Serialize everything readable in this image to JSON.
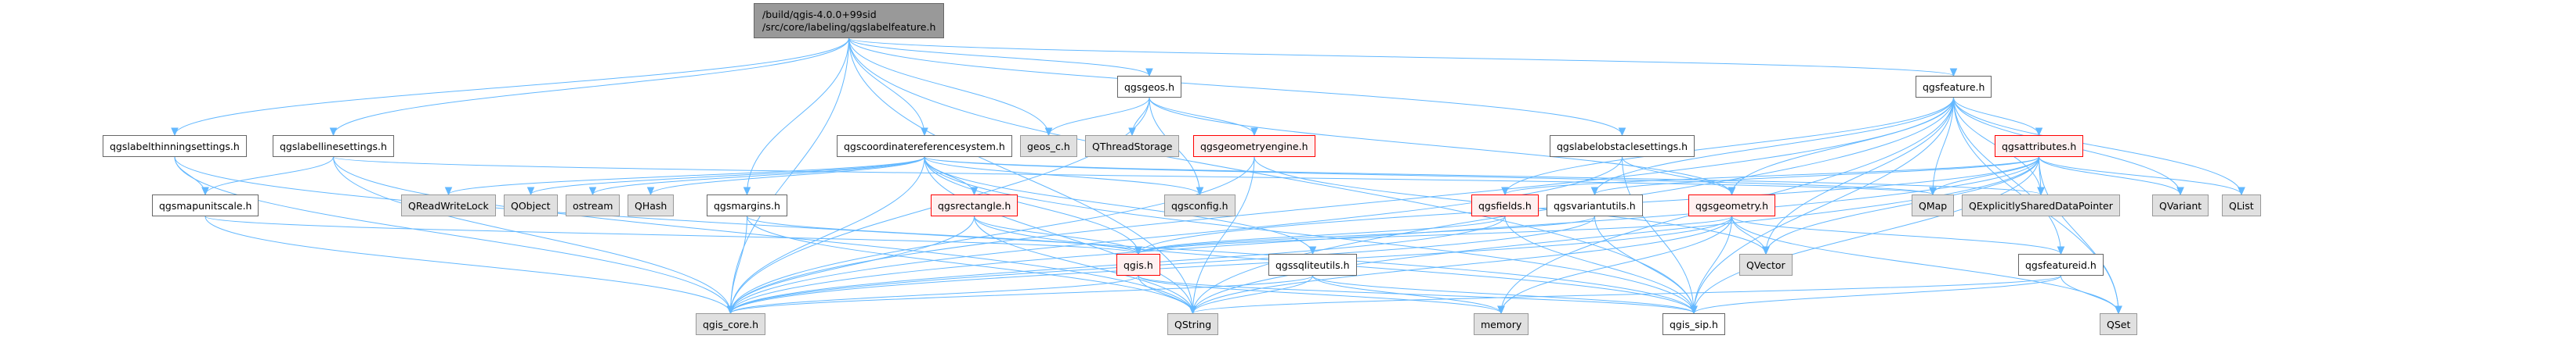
{
  "graph": {
    "title": "Include dependency graph for qgslabelfeature.h",
    "root": {
      "id": "root",
      "line1": "/build/qgis-4.0.0+99sid",
      "line2": "/src/core/labeling/qgslabelfeature.h"
    },
    "colors": {
      "edge": "#63b8ff",
      "root_fill": "#999999",
      "plain_fill": "#ffffff",
      "external_fill": "#e0e0e0",
      "incomplete_fill": "#fff0f0",
      "incomplete_border": "#ff0000"
    },
    "nodes": [
      {
        "id": "qgslabelthinningsettings",
        "label": "qgslabelthinningsettings.h",
        "kind": "plain"
      },
      {
        "id": "qgslabellinesettings",
        "label": "qgslabellinesettings.h",
        "kind": "plain"
      },
      {
        "id": "qgsmapunitscale",
        "label": "qgsmapunitscale.h",
        "kind": "plain"
      },
      {
        "id": "qgscoordinatereferencesystem",
        "label": "qgscoordinatereferencesystem.h",
        "kind": "plain"
      },
      {
        "id": "qgsgeos",
        "label": "qgsgeos.h",
        "kind": "plain"
      },
      {
        "id": "geos_c",
        "label": "geos_c.h",
        "kind": "external"
      },
      {
        "id": "QThreadStorage",
        "label": "QThreadStorage",
        "kind": "external"
      },
      {
        "id": "qgsgeometryengine",
        "label": "qgsgeometryengine.h",
        "kind": "incomplete"
      },
      {
        "id": "qgslabelobstaclesettings",
        "label": "qgslabelobstaclesettings.h",
        "kind": "plain"
      },
      {
        "id": "qgsfeature",
        "label": "qgsfeature.h",
        "kind": "plain"
      },
      {
        "id": "qgsattributes",
        "label": "qgsattributes.h",
        "kind": "incomplete"
      },
      {
        "id": "QReadWriteLock",
        "label": "QReadWriteLock",
        "kind": "external"
      },
      {
        "id": "QObject",
        "label": "QObject",
        "kind": "external"
      },
      {
        "id": "ostream",
        "label": "ostream",
        "kind": "external"
      },
      {
        "id": "QHash",
        "label": "QHash",
        "kind": "external"
      },
      {
        "id": "qgsmargins",
        "label": "qgsmargins.h",
        "kind": "plain"
      },
      {
        "id": "qgsrectangle",
        "label": "qgsrectangle.h",
        "kind": "incomplete"
      },
      {
        "id": "qgsconfig",
        "label": "qgsconfig.h",
        "kind": "external"
      },
      {
        "id": "qgsfields",
        "label": "qgsfields.h",
        "kind": "incomplete"
      },
      {
        "id": "qgsvariantutils",
        "label": "qgsvariantutils.h",
        "kind": "plain"
      },
      {
        "id": "qgsgeometry",
        "label": "qgsgeometry.h",
        "kind": "incomplete"
      },
      {
        "id": "QMap",
        "label": "QMap",
        "kind": "external"
      },
      {
        "id": "QExplicitlySharedDataPointer",
        "label": "QExplicitlySharedDataPointer",
        "kind": "external"
      },
      {
        "id": "QVariant",
        "label": "QVariant",
        "kind": "external"
      },
      {
        "id": "QList",
        "label": "QList",
        "kind": "external"
      },
      {
        "id": "qgis",
        "label": "qgis.h",
        "kind": "incomplete"
      },
      {
        "id": "qgssqliteutils",
        "label": "qgssqliteutils.h",
        "kind": "plain"
      },
      {
        "id": "QVector",
        "label": "QVector",
        "kind": "external"
      },
      {
        "id": "qgsfeatureid",
        "label": "qgsfeatureid.h",
        "kind": "plain"
      },
      {
        "id": "qgis_core",
        "label": "qgis_core.h",
        "kind": "external"
      },
      {
        "id": "QString",
        "label": "QString",
        "kind": "external"
      },
      {
        "id": "memory",
        "label": "memory",
        "kind": "external"
      },
      {
        "id": "qgis_sip",
        "label": "qgis_sip.h",
        "kind": "plain"
      },
      {
        "id": "QSet",
        "label": "QSet",
        "kind": "external"
      }
    ],
    "edges": [
      [
        "root",
        "qgis_core"
      ],
      [
        "root",
        "qgis_sip"
      ],
      [
        "root",
        "qgslabelthinningsettings"
      ],
      [
        "root",
        "qgslabellinesettings"
      ],
      [
        "root",
        "qgscoordinatereferencesystem"
      ],
      [
        "root",
        "qgsmargins"
      ],
      [
        "root",
        "geos_c"
      ],
      [
        "root",
        "qgsgeos"
      ],
      [
        "root",
        "qgslabelobstaclesettings"
      ],
      [
        "root",
        "qgsfeature"
      ],
      [
        "root",
        "QString"
      ],
      [
        "qgslabelthinningsettings",
        "qgis_core"
      ],
      [
        "qgslabelthinningsettings",
        "qgsmapunitscale"
      ],
      [
        "qgslabelthinningsettings",
        "qgis_sip"
      ],
      [
        "qgslabellinesettings",
        "qgis_core"
      ],
      [
        "qgslabellinesettings",
        "qgsmapunitscale"
      ],
      [
        "qgslabellinesettings",
        "QString"
      ],
      [
        "qgslabellinesettings",
        "QMap"
      ],
      [
        "qgsmapunitscale",
        "qgis_core"
      ],
      [
        "qgsmapunitscale",
        "qgis"
      ],
      [
        "qgscoordinatereferencesystem",
        "qgis_core"
      ],
      [
        "qgscoordinatereferencesystem",
        "qgis_sip"
      ],
      [
        "qgscoordinatereferencesystem",
        "QString"
      ],
      [
        "qgscoordinatereferencesystem",
        "QMap"
      ],
      [
        "qgscoordinatereferencesystem",
        "QHash"
      ],
      [
        "qgscoordinatereferencesystem",
        "QReadWriteLock"
      ],
      [
        "qgscoordinatereferencesystem",
        "QExplicitlySharedDataPointer"
      ],
      [
        "qgscoordinatereferencesystem",
        "QObject"
      ],
      [
        "qgscoordinatereferencesystem",
        "ostream"
      ],
      [
        "qgscoordinatereferencesystem",
        "qgsconfig"
      ],
      [
        "qgscoordinatereferencesystem",
        "qgis"
      ],
      [
        "qgscoordinatereferencesystem",
        "qgsrectangle"
      ],
      [
        "qgscoordinatereferencesystem",
        "qgssqliteutils"
      ],
      [
        "qgsgeos",
        "geos_c"
      ],
      [
        "qgsgeos",
        "QThreadStorage"
      ],
      [
        "qgsgeos",
        "qgsgeometryengine"
      ],
      [
        "qgsgeos",
        "qgsconfig"
      ],
      [
        "qgsgeos",
        "qgsgeometry"
      ],
      [
        "qgsgeos",
        "qgis_core"
      ],
      [
        "qgsgeometryengine",
        "QString"
      ],
      [
        "qgsgeometryengine",
        "QVector"
      ],
      [
        "qgsgeometryengine",
        "qgis_core"
      ],
      [
        "qgslabelobstaclesettings",
        "qgis_core"
      ],
      [
        "qgslabelobstaclesettings",
        "qgis_sip"
      ],
      [
        "qgslabelobstaclesettings",
        "qgsgeometry"
      ],
      [
        "qgsfeature",
        "qgis_core"
      ],
      [
        "qgsfeature",
        "qgis_sip"
      ],
      [
        "qgsfeature",
        "QExplicitlySharedDataPointer"
      ],
      [
        "qgsfeature",
        "QList"
      ],
      [
        "qgsfeature",
        "QVector"
      ],
      [
        "qgsfeature",
        "QSet"
      ],
      [
        "qgsfeature",
        "QMap"
      ],
      [
        "qgsfeature",
        "QVariant"
      ],
      [
        "qgsfeature",
        "qgsattributes"
      ],
      [
        "qgsfeature",
        "qgsfields"
      ],
      [
        "qgsfeature",
        "qgsfeatureid"
      ],
      [
        "qgsfeature",
        "qgsgeometry"
      ],
      [
        "qgsfeature",
        "memory"
      ],
      [
        "qgsfeature",
        "qgsvariantutils"
      ],
      [
        "qgsfeature",
        "QString"
      ],
      [
        "qgsattributes",
        "qgis_core"
      ],
      [
        "qgsattributes",
        "qgis_sip"
      ],
      [
        "qgsattributes",
        "QMap"
      ],
      [
        "qgsattributes",
        "QString"
      ],
      [
        "qgsattributes",
        "QVariant"
      ],
      [
        "qgsattributes",
        "QList"
      ],
      [
        "qgsattributes",
        "QVector"
      ],
      [
        "qgsattributes",
        "QSet"
      ],
      [
        "qgsattributes",
        "QExplicitlySharedDataPointer"
      ],
      [
        "qgsattributes",
        "qgsfields"
      ],
      [
        "qgsattributes",
        "qgsvariantutils"
      ],
      [
        "qgsattributes",
        "qgis"
      ],
      [
        "qgsmargins",
        "qgis_core"
      ],
      [
        "qgsmargins",
        "qgis"
      ],
      [
        "qgsmargins",
        "QString"
      ],
      [
        "qgsrectangle",
        "qgis_core"
      ],
      [
        "qgsrectangle",
        "qgis"
      ],
      [
        "qgsrectangle",
        "QString"
      ],
      [
        "qgsrectangle",
        "qgis_sip"
      ],
      [
        "qgsfields",
        "qgis_core"
      ],
      [
        "qgsfields",
        "qgis_sip"
      ],
      [
        "qgsfields",
        "qgis"
      ],
      [
        "qgsvariantutils",
        "qgis_core"
      ],
      [
        "qgsvariantutils",
        "qgis_sip"
      ],
      [
        "qgsvariantutils",
        "qgis"
      ],
      [
        "qgsgeometry",
        "qgis_core"
      ],
      [
        "qgsgeometry",
        "qgis_sip"
      ],
      [
        "qgsgeometry",
        "QString"
      ],
      [
        "qgsgeometry",
        "QVector"
      ],
      [
        "qgsgeometry",
        "QSet"
      ],
      [
        "qgsgeometry",
        "memory"
      ],
      [
        "qgsgeometry",
        "qgsfeatureid"
      ],
      [
        "qgsgeometry",
        "qgis"
      ],
      [
        "qgis",
        "qgis_core"
      ],
      [
        "qgis",
        "qgis_sip"
      ],
      [
        "qgis",
        "QString"
      ],
      [
        "qgis",
        "memory"
      ],
      [
        "qgssqliteutils",
        "qgis_core"
      ],
      [
        "qgssqliteutils",
        "qgis_sip"
      ],
      [
        "qgssqliteutils",
        "QString"
      ],
      [
        "qgssqliteutils",
        "memory"
      ],
      [
        "qgsfeatureid",
        "QSet"
      ],
      [
        "qgsfeatureid",
        "qgis_sip"
      ],
      [
        "qgsfeatureid",
        "QString"
      ]
    ]
  }
}
